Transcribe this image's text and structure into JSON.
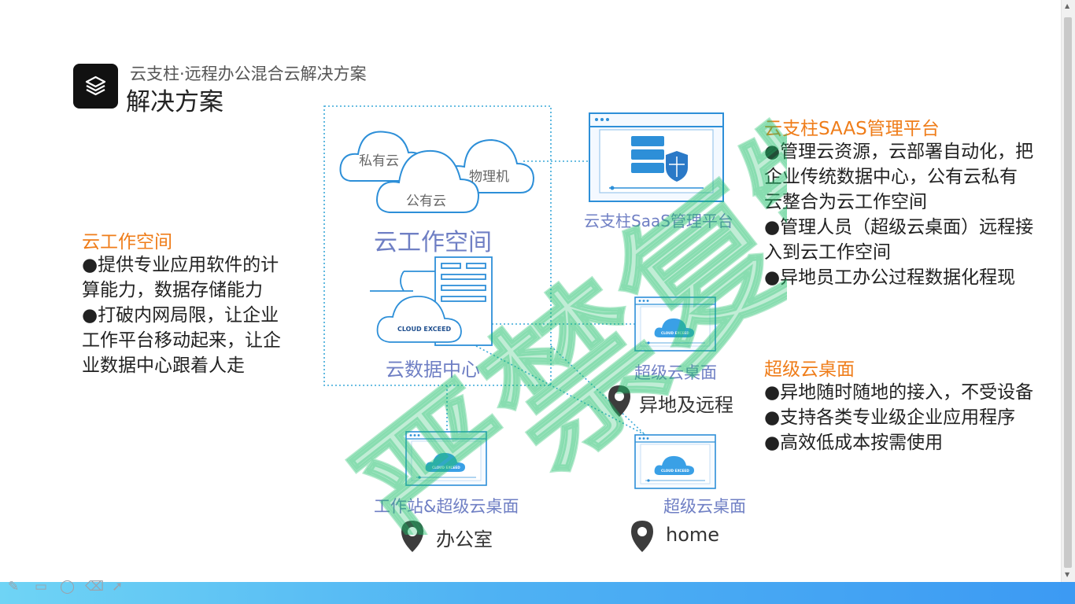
{
  "header": {
    "subtitle": "云支柱·远程办公混合云解决方案",
    "title": "解决方案"
  },
  "left_section": {
    "heading": "云工作空间",
    "lines": [
      "●提供专业应用软件的计",
      "算能力，数据存储能力",
      "●打破内网局限，让企业",
      "工作平台移动起来，让企",
      "业数据中心跟着人走"
    ]
  },
  "right_top": {
    "heading": "云支柱SAAS管理平台",
    "lines": [
      "●管理云资源，云部署自动化，把",
      "企业传统数据中心，公有云私有",
      "云整合为云工作空间",
      "●管理人员（超级云桌面）远程接",
      "入到云工作空间",
      "●异地员工办公过程数据化程现"
    ]
  },
  "right_bottom": {
    "heading": "超级云桌面",
    "lines": [
      "●异地随时随地的接入，不受设备",
      "●支持各类专业级企业应用程序",
      "●高效低成本按需使用"
    ]
  },
  "diagram": {
    "cloud_private": "私有云",
    "cloud_public": "公有云",
    "cloud_physical": "物理机",
    "workspace_label": "云工作空间",
    "datacenter_label": "云数据中心",
    "datacenter_brand": "CLOUD EXCEED",
    "saas_label": "云支柱SaaS管理平台",
    "desktop_brand": "CLOUD EXCEED",
    "desktop_remote_label": "超级云桌面",
    "desktop_office_label": "工作站&超级云桌面",
    "desktop_home_label": "超级云桌面",
    "pin_remote": "异地及远程",
    "pin_office": "办公室",
    "pin_home": "home"
  },
  "watermark": {
    "text": "严禁复制"
  },
  "icons": {
    "layers": "layers-icon",
    "pin": "location-pin-icon",
    "shield": "shield-icon",
    "pen": "pen-icon",
    "eraser": "eraser-icon",
    "pointer": "pointer-icon"
  },
  "colors": {
    "accent_orange": "#ef7d1a",
    "diagram_blue": "#6f7fc4",
    "line_blue": "#3aa8d8",
    "watermark_green": "#1fbf6a",
    "bottom_bar": "#3c9af3"
  }
}
